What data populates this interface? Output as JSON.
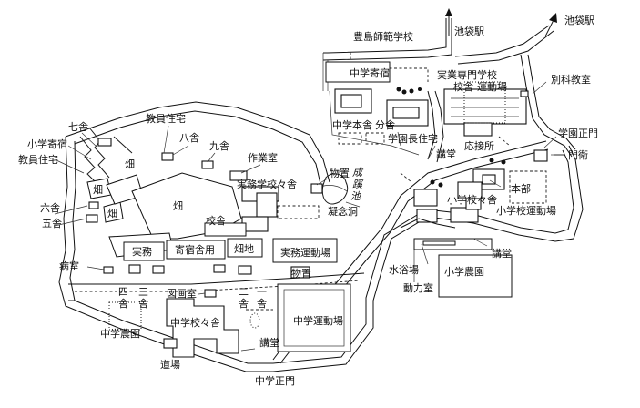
{
  "labels": {
    "toshima_school": "豊島師範学校",
    "ikebukuro_a": "池袋駅",
    "ikebukuro_b": "池袋駅",
    "chugaku_kishuku": "中学寄宿",
    "jitsugyo_senmon": "実業専門学校",
    "kosha": "校舎",
    "undojo": "運動場",
    "bekka": "別科教室",
    "chugaku_honsha": "中学本舎",
    "bunsha": "分舎",
    "gakuencho": "学園長住宅",
    "kodo_a": "講堂",
    "gakuen_seimon": "学園正門",
    "monei": "門衛",
    "osetsusho": "応接所",
    "honbu": "本部",
    "shogaku_kosha": "小学校々舎",
    "shogaku_undojo": "小学校運動場",
    "kodo_b": "講堂",
    "shogaku_noen": "小学農園",
    "doryokushitsu": "動力室",
    "suiyokujo": "水浴場",
    "kyoin_jutaku_top": "教員住宅",
    "nanasha": "七舎",
    "hassha": "八舎",
    "kyusha": "九舎",
    "shogaku_kishuku": "小学寄宿",
    "kyoin_jutaku_left": "教員住宅",
    "sagyoshitsu": "作業室",
    "jitsumu_kosha": "実務学校々舎",
    "butsuoki_a": "物置",
    "pond_seikei": "成",
    "pond_ike": "蹊",
    "pond_third": "池",
    "gyonendo": "凝念洞",
    "hatake_a": "畑",
    "hatake_b": "畑",
    "hatake_c": "畑",
    "hatake_big": "畑",
    "kosha_mid": "校舎",
    "rokusha": "六舎",
    "gosha": "五舎",
    "jitsumu": "実務",
    "kishuku_shayo": "寄宿舎用",
    "hatachi": "畑地",
    "jitsumu_undojo": "実務運動場",
    "byoshitsu": "病室",
    "butsuoki_b": "物置",
    "yonsha": "四舎",
    "sansha": "三舎",
    "nisha": "二舎",
    "issha": "一舎",
    "toshoshitsu": "図画室",
    "chugaku_kosha": "中学校々舎",
    "chugaku_undojo": "中学運動場",
    "chugaku_noen": "中学農園",
    "dojo": "道場",
    "kodo_c": "講堂",
    "chugaku_seimon": "中学正門"
  }
}
